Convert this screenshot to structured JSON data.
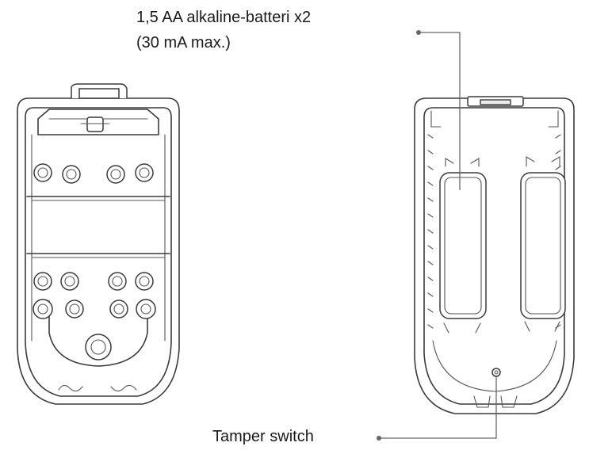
{
  "callouts": {
    "battery_line1": "1,5 AA alkaline-batteri x2",
    "battery_line2": "(30 mA max.)",
    "tamper": "Tamper switch"
  },
  "colors": {
    "line": "#3a3a3a",
    "leader": "#666666",
    "text": "#1a1a1a"
  }
}
